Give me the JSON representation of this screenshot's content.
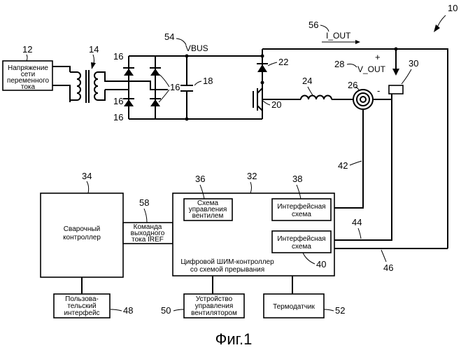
{
  "refs": {
    "n10": "10",
    "n12": "12",
    "n14": "14",
    "n16a": "16",
    "n16b": "16",
    "n16c": "16",
    "n16d": "16",
    "n18": "18",
    "n20": "20",
    "n22": "22",
    "n24": "24",
    "n26": "26",
    "n28": "28",
    "n30": "30",
    "n32": "32",
    "n34": "34",
    "n36": "36",
    "n38": "38",
    "n40": "40",
    "n42": "42",
    "n44": "44",
    "n46": "46",
    "n48": "48",
    "n50": "50",
    "n52": "52",
    "n54": "54",
    "n56": "56",
    "n58": "58"
  },
  "labels": {
    "vbus": "VBUS",
    "i_out": "I_OUT",
    "v_out": "V_OUT",
    "plus": "+",
    "minus": "-"
  },
  "blocks": {
    "mains": [
      "Напряжение",
      "сети",
      "переменного",
      "тока"
    ],
    "welding_controller": [
      "Сварочный",
      "контроллер"
    ],
    "command": [
      "Команда",
      "выходного",
      "тока IREF"
    ],
    "gate_driver": [
      "Схема",
      "управления",
      "вентилем"
    ],
    "interface_top": [
      "Интерфейсная",
      "схема"
    ],
    "interface_bottom": [
      "Интерфейсная",
      "схема"
    ],
    "pwm_controller": [
      "Цифровой ШИМ-контроллер",
      "со схемой прерывания"
    ],
    "user_interface": [
      "Пользова-",
      "тельский",
      "интерфейс"
    ],
    "fan_control": [
      "Устройство",
      "управления",
      "вентилятором"
    ],
    "thermal_sensor": [
      "Термодатчик"
    ]
  },
  "caption": "Фиг.1"
}
